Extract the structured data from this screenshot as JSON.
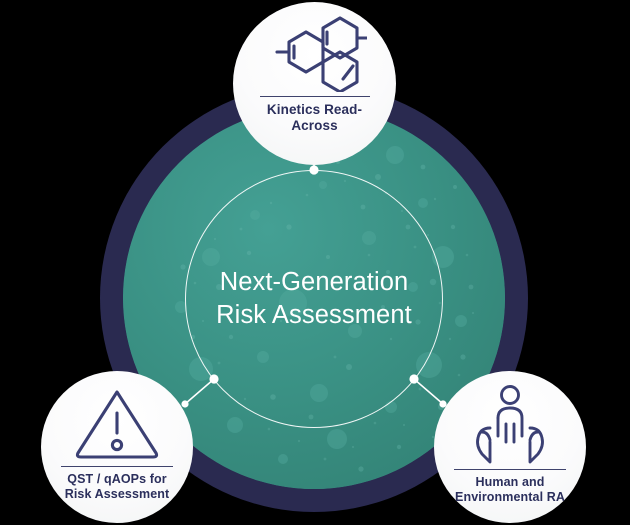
{
  "diagram": {
    "type": "hub-and-spoke",
    "center": {
      "title_line1": "Next-Generation",
      "title_line2": "Risk Assessment",
      "text_color": "#ffffff",
      "disc_color": "#3a9184",
      "ring_color": "#2a2a50"
    },
    "nodes": [
      {
        "id": "kinetics-read-across",
        "position": "top",
        "icon": "molecule-polycyclic-aromatic-icon",
        "label_line1": "Kinetics Read-",
        "label_line2": "Across",
        "label_color": "#2b2f5c"
      },
      {
        "id": "qst-qaops",
        "position": "bottom-left",
        "icon": "warning-triangle-icon",
        "label_line1": "QST / qAOPs for",
        "label_line2": "Risk Assessment",
        "label_color": "#2b2f5c"
      },
      {
        "id": "human-environmental-ra",
        "position": "bottom-right",
        "icon": "hands-holding-person-icon",
        "label_line1": "Human and",
        "label_line2": "Environmental RA",
        "label_color": "#2b2f5c"
      }
    ],
    "connector_color": "#ffffff"
  }
}
